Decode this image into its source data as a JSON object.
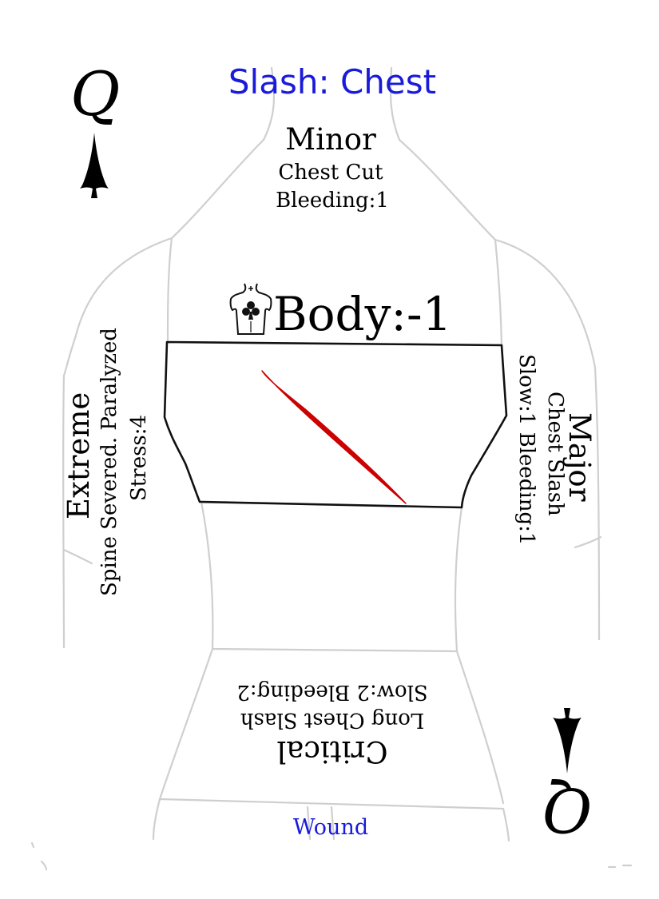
{
  "card": {
    "title": "Slash: Chest",
    "rank": "Q",
    "wound_label": "Wound",
    "body_stat": "Body:-1",
    "minor": {
      "severity": "Minor",
      "name": "Chest Cut",
      "effect": "Bleeding:1"
    },
    "major": {
      "severity": "Major",
      "name": "Chest Slash",
      "effect": "Slow:1 Bleeding:1"
    },
    "critical": {
      "severity": "Critical",
      "name": "Long Chest Slash",
      "effect": "Slow:2 Bleeding:2"
    },
    "extreme": {
      "severity": "Extreme",
      "name": "Spine Severed. Paralyzed",
      "effect": "Stress:4"
    }
  },
  "icons": {
    "suit": "spade-pip-icon",
    "body": "torso-club-icon",
    "wound": "slash-wound-icon"
  },
  "colors": {
    "title": "#1a1adb",
    "wound_label": "#1a1adb",
    "slash": "#cc0000",
    "outline": "#cfcfcf"
  }
}
